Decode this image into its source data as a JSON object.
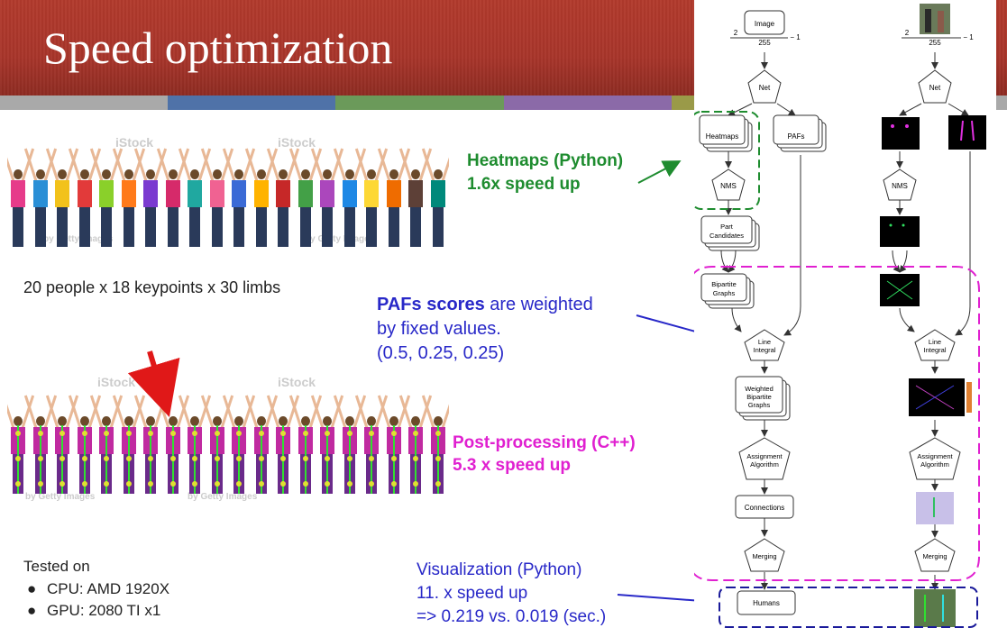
{
  "slide": {
    "title": "Speed optimization",
    "caption": "20 people x 18 keypoints x 30 limbs",
    "tested_on": "Tested on",
    "specs": [
      "CPU: AMD 1920X",
      "GPU: 2080 TI x1"
    ],
    "bullet": "●"
  },
  "photos": {
    "watermark": "iStock",
    "credit": "by Getty Images"
  },
  "annotations": {
    "heatmaps_line1": "Heatmaps (Python)",
    "heatmaps_line2": "1.6x  speed up",
    "pafs_strong": "PAFs scores",
    "pafs_rest1": " are weighted",
    "pafs_line2": "by fixed values.",
    "pafs_line3": "(0.5, 0.25, 0.25)",
    "post_line1": "Post-processing (C++)",
    "post_line2": "5.3 x speed up",
    "vis_line1": "Visualization (Python)",
    "vis_line2": "11. x speed up",
    "vis_line3": "=> 0.219 vs. 0.019 (sec.)"
  },
  "diagram": {
    "image_label": "Image",
    "norm_num": "2",
    "norm_den": "255",
    "norm_minus": "− 1",
    "net": "Net",
    "heatmaps": "Heatmaps",
    "pafs": "PAFs",
    "nms": "NMS",
    "part_candidates_1": "Part",
    "part_candidates_2": "Candidates",
    "bipartite_1": "Bipartite",
    "bipartite_2": "Graphs",
    "line_integral_1": "Line",
    "line_integral_2": "Integral",
    "weighted_1": "Weighted",
    "weighted_2": "Bipartite",
    "weighted_3": "Graphs",
    "assignment_1": "Assignment",
    "assignment_2": "Algorithm",
    "connections": "Connections",
    "merging": "Merging",
    "humans": "Humans"
  },
  "colors": {
    "banner": "#a8352a",
    "green": "#1e8c2f",
    "blue": "#2828c8",
    "magenta": "#e020d0",
    "navy": "#1a1a9a",
    "red_arrow": "#e01818"
  }
}
